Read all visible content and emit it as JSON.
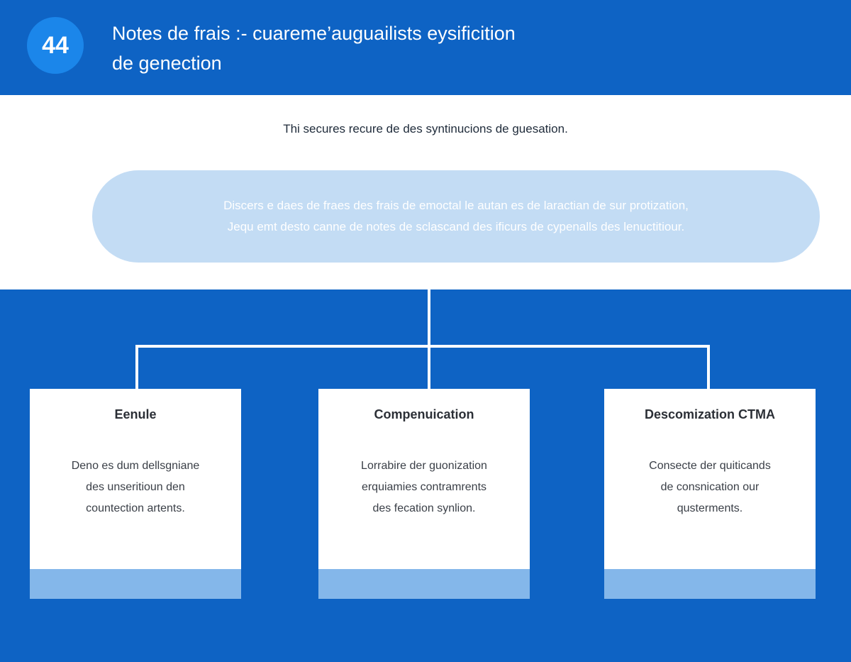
{
  "header": {
    "badge": "44",
    "title_line1": "Notes de frais :- cuareme’auguailists eysificition",
    "title_line2": "de genection"
  },
  "subtitle": "Thi secures recure de des syntinucions de guesation.",
  "root_node": {
    "line1": "Discers e daes de fraes des frais de emoctal le autan es de laractian de sur protization,",
    "line2": "Jequ emt desto canne de notes de sclascand des ificurs de cypenalls des lenuctitiour."
  },
  "cards": [
    {
      "title": "Eenule",
      "lines": [
        "Deno es dum dellsgniane",
        "des unseritioun den",
        "countection artents."
      ]
    },
    {
      "title": "Compenuication",
      "lines": [
        "Lorrabire der guonization",
        "erquiamies contramrents",
        "des fecation synlion."
      ]
    },
    {
      "title": "Descomization CTMA",
      "lines": [
        "Consecte der quiticands",
        "de consnication our",
        "qusterments."
      ]
    }
  ],
  "colors": {
    "primary_blue": "#0e63c4",
    "badge_blue": "#1b86ea",
    "pill_blue": "#c3dcf4",
    "card_footer_blue": "#84b7ea"
  }
}
